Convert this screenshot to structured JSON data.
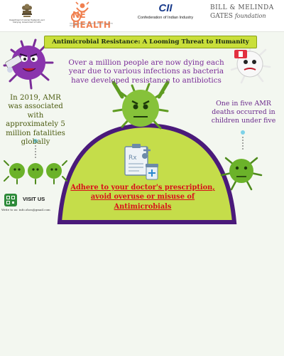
{
  "logos": {
    "gov_text": "Department of Animal Husbandry and Dairying, Government of India",
    "one_health": "NE HEALTH",
    "one_health_tagline": "HEALTHY ANIMALS, HEALTHY PEOPLE, HEALTHY PLANET",
    "cii_mark": "CII",
    "cii_name": "Confederation of Indian Industry",
    "bmgf_line1": "BILL & MELINDA",
    "bmgf_line2": "GATES",
    "bmgf_line2_italic": "foundation"
  },
  "title": "Antimicrobial Resistance: A Looming Threat to Humanity",
  "facts": {
    "main": "Over a million people are now dying each year due to various infections as bacteria have developed resistance to antibiotics",
    "left": "In 2019, AMR was associated with approximately 5 million fatalities globally",
    "right": "One in five AMR deaths occurred in children under five"
  },
  "advice": "Adhere to your doctor's prescription, avoid overuse or misuse of Antimicrobials",
  "visit": {
    "label": "VISIT US",
    "email": "Write to us: info.ohcn@gmail.com"
  },
  "colors": {
    "background": "#f3f7f0",
    "banner": "#c9df3a",
    "mound": "#c5dd4a",
    "mound_edge": "#4a1a7a",
    "germ_green": "#86c23a",
    "germ_purple": "#7a2c98",
    "advice_red": "#d8101a"
  },
  "icons": [
    "national-emblem-icon",
    "one-health-logo-icon",
    "cii-logo-icon",
    "purple-germ-icon",
    "white-germ-icon",
    "green-germ-icon",
    "prescription-icon",
    "medicine-bottle-icon",
    "qr-code-icon"
  ]
}
